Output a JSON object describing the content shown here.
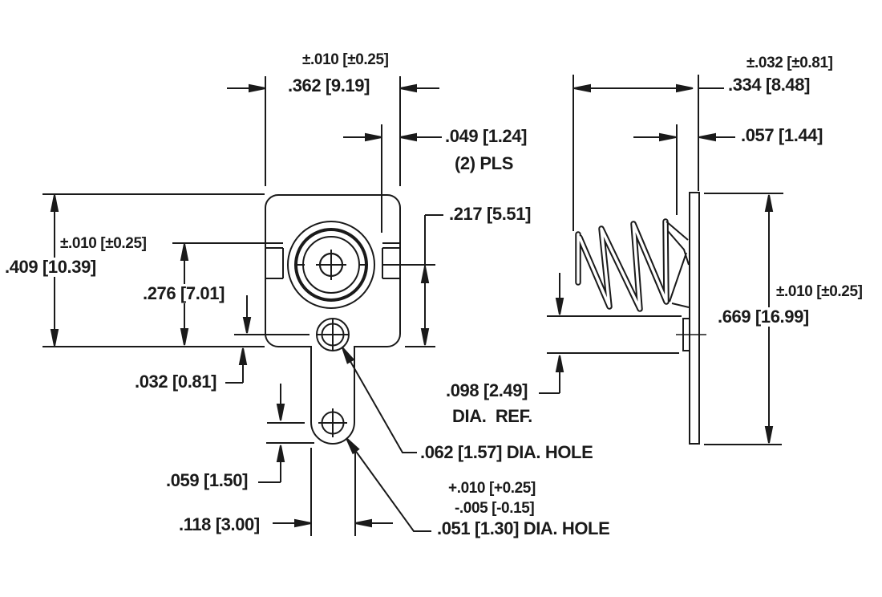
{
  "colors": {
    "line": "#1a1a1a",
    "background": "#ffffff"
  },
  "labels": {
    "top_width_tol": "±.010 [±0.25]",
    "top_width": ".362 [9.19]",
    "tab_offset": ".049 [1.24]",
    "tab_places": "(2) PLS",
    "center_to_bottom": ".217 [5.51]",
    "height_tol": "±.010 [±0.25]",
    "height": ".409 [10.39]",
    "notch_to_bottom": ".276 [7.01]",
    "hole_edge": ".032 [0.81]",
    "hole_to_end": ".059 [1.50]",
    "tab_width": ".118 [3.00]",
    "boss_dia": ".098 [2.49]",
    "boss_dia_ref": "DIA.  REF.",
    "upper_hole": ".062 [1.57] DIA. HOLE",
    "lower_hole_tol_plus": "+.010 [+0.25]",
    "lower_hole_tol_minus": "-.005 [-0.15]",
    "lower_hole": ".051 [1.30] DIA. HOLE",
    "depth_tol": "±.032 [±0.81]",
    "depth": ".334 [8.48]",
    "plate_offset": ".057 [1.44]",
    "side_height_tol": "±.010 [±0.25]",
    "side_height": ".669 [16.99]"
  }
}
